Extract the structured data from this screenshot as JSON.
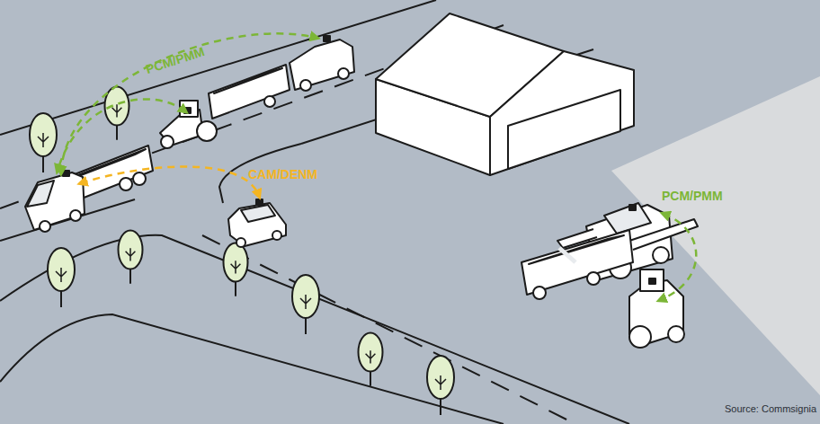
{
  "diagram": {
    "labels": [
      "PCM/PMM",
      "CAM/DENM",
      "PCM/PMM",
      "Source: Commsignia"
    ]
  }
}
